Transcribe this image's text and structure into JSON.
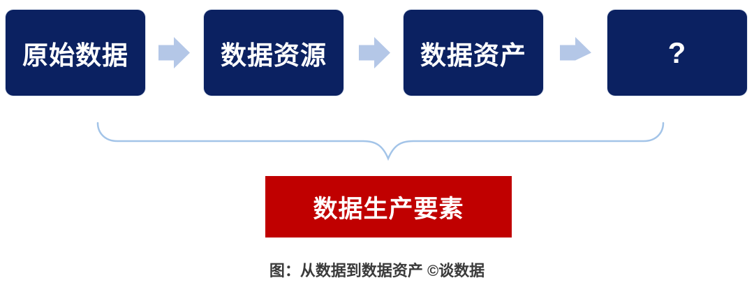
{
  "diagram": {
    "boxes": [
      {
        "label": "原始数据"
      },
      {
        "label": "数据资源"
      },
      {
        "label": "数据资产"
      },
      {
        "label": "?"
      }
    ],
    "arrow_icon": "right-block-arrow",
    "result_label": "数据生产要素",
    "caption": "图：从数据到数据资产 ©谈数据",
    "colors": {
      "box_bg": "#0b2161",
      "box_text": "#ffffff",
      "arrow": "#b4c7e7",
      "brace": "#a3c4e8",
      "result_bg": "#c00000",
      "result_text": "#ffffff",
      "caption_text": "#3a3a3a"
    }
  }
}
